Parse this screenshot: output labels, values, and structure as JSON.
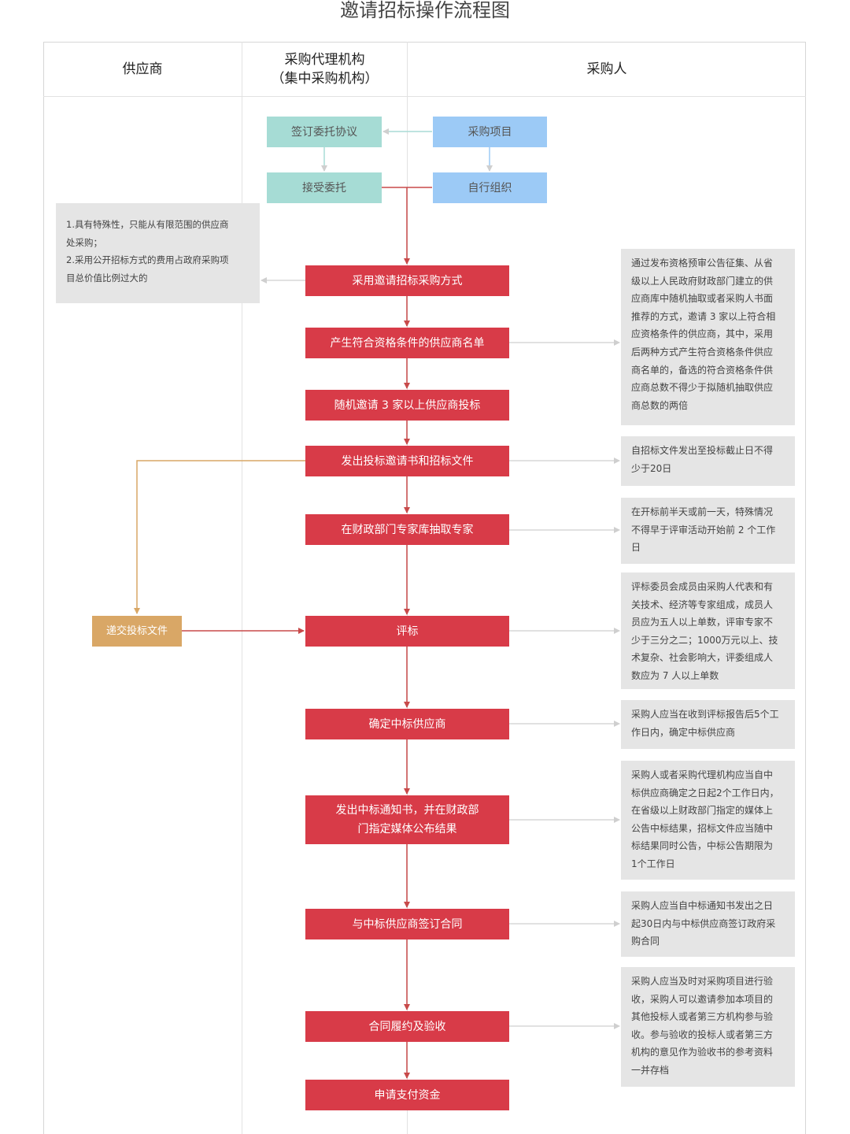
{
  "title": "邀请招标操作流程图",
  "lanes": {
    "supplier": "供应商",
    "agency": "采购代理机构\n（集中采购机构）",
    "purchaser": "采购人"
  },
  "top_nodes": {
    "sign_agreement": "签订委托协议",
    "accept_entrust": "接受委托",
    "purchase_project": "采购项目",
    "self_organize": "自行组织"
  },
  "steps": [
    "采用邀请招标采购方式",
    "产生符合资格条件的供应商名单",
    "随机邀请 3 家以上供应商投标",
    "发出投标邀请书和招标文件",
    "在财政部门专家库抽取专家",
    "评标",
    "确定中标供应商",
    "发出中标通知书，并在财政部\n门指定媒体公布结果",
    "与中标供应商签订合同",
    "合同履约及验收",
    "申请支付资金"
  ],
  "supplier_box": "递交投标文件",
  "left_note": "1.具有特殊性，只能从有限范围的供应商\n处采购；\n2.采用公开招标方式的费用占政府采购项\n目总价值比例过大的",
  "right_notes": [
    "通过发布资格预审公告征集、从省\n级以上人民政府财政部门建立的供\n应商库中随机抽取或者采购人书面\n推荐的方式，邀请 3 家以上符合相\n应资格条件的供应商，其中，采用\n后两种方式产生符合资格条件供应\n商名单的，备选的符合资格条件供\n应商总数不得少于拟随机抽取供应\n商总数的两倍",
    "自招标文件发出至投标截止日不得\n少于20日",
    "在开标前半天或前一天，特殊情况\n不得早于评审活动开始前 2 个工作\n日",
    "评标委员会成员由采购人代表和有\n关技术、经济等专家组成，成员人\n员应为五人以上单数，评审专家不\n少于三分之二；1000万元以上、技\n术复杂、社会影响大，评委组成人\n数应为 7 人以上单数",
    "采购人应当在收到评标报告后5个工\n作日内，确定中标供应商",
    "采购人或者采购代理机构应当自中\n标供应商确定之日起2个工作日内，\n在省级以上财政部门指定的媒体上\n公告中标结果，招标文件应当随中\n标结果同时公告，中标公告期限为\n1个工作日",
    "采购人应当自中标通知书发出之日\n起30日内与中标供应商签订政府采\n购合同",
    "采购人应当及时对采购项目进行验\n收，采购人可以邀请参加本项目的\n其他投标人或者第三方机构参与验\n收。参与验收的投标人或者第三方\n机构的意见作为验收书的参考资料\n一并存档"
  ],
  "colors": {
    "step_red": "#d83b48",
    "teal": "#a6dcd5",
    "blue": "#9ccaf6",
    "orange": "#d9a766",
    "note_gray": "#e5e5e5",
    "arrow_red": "#c84a4a",
    "arrow_gray": "#cfcfcf"
  }
}
